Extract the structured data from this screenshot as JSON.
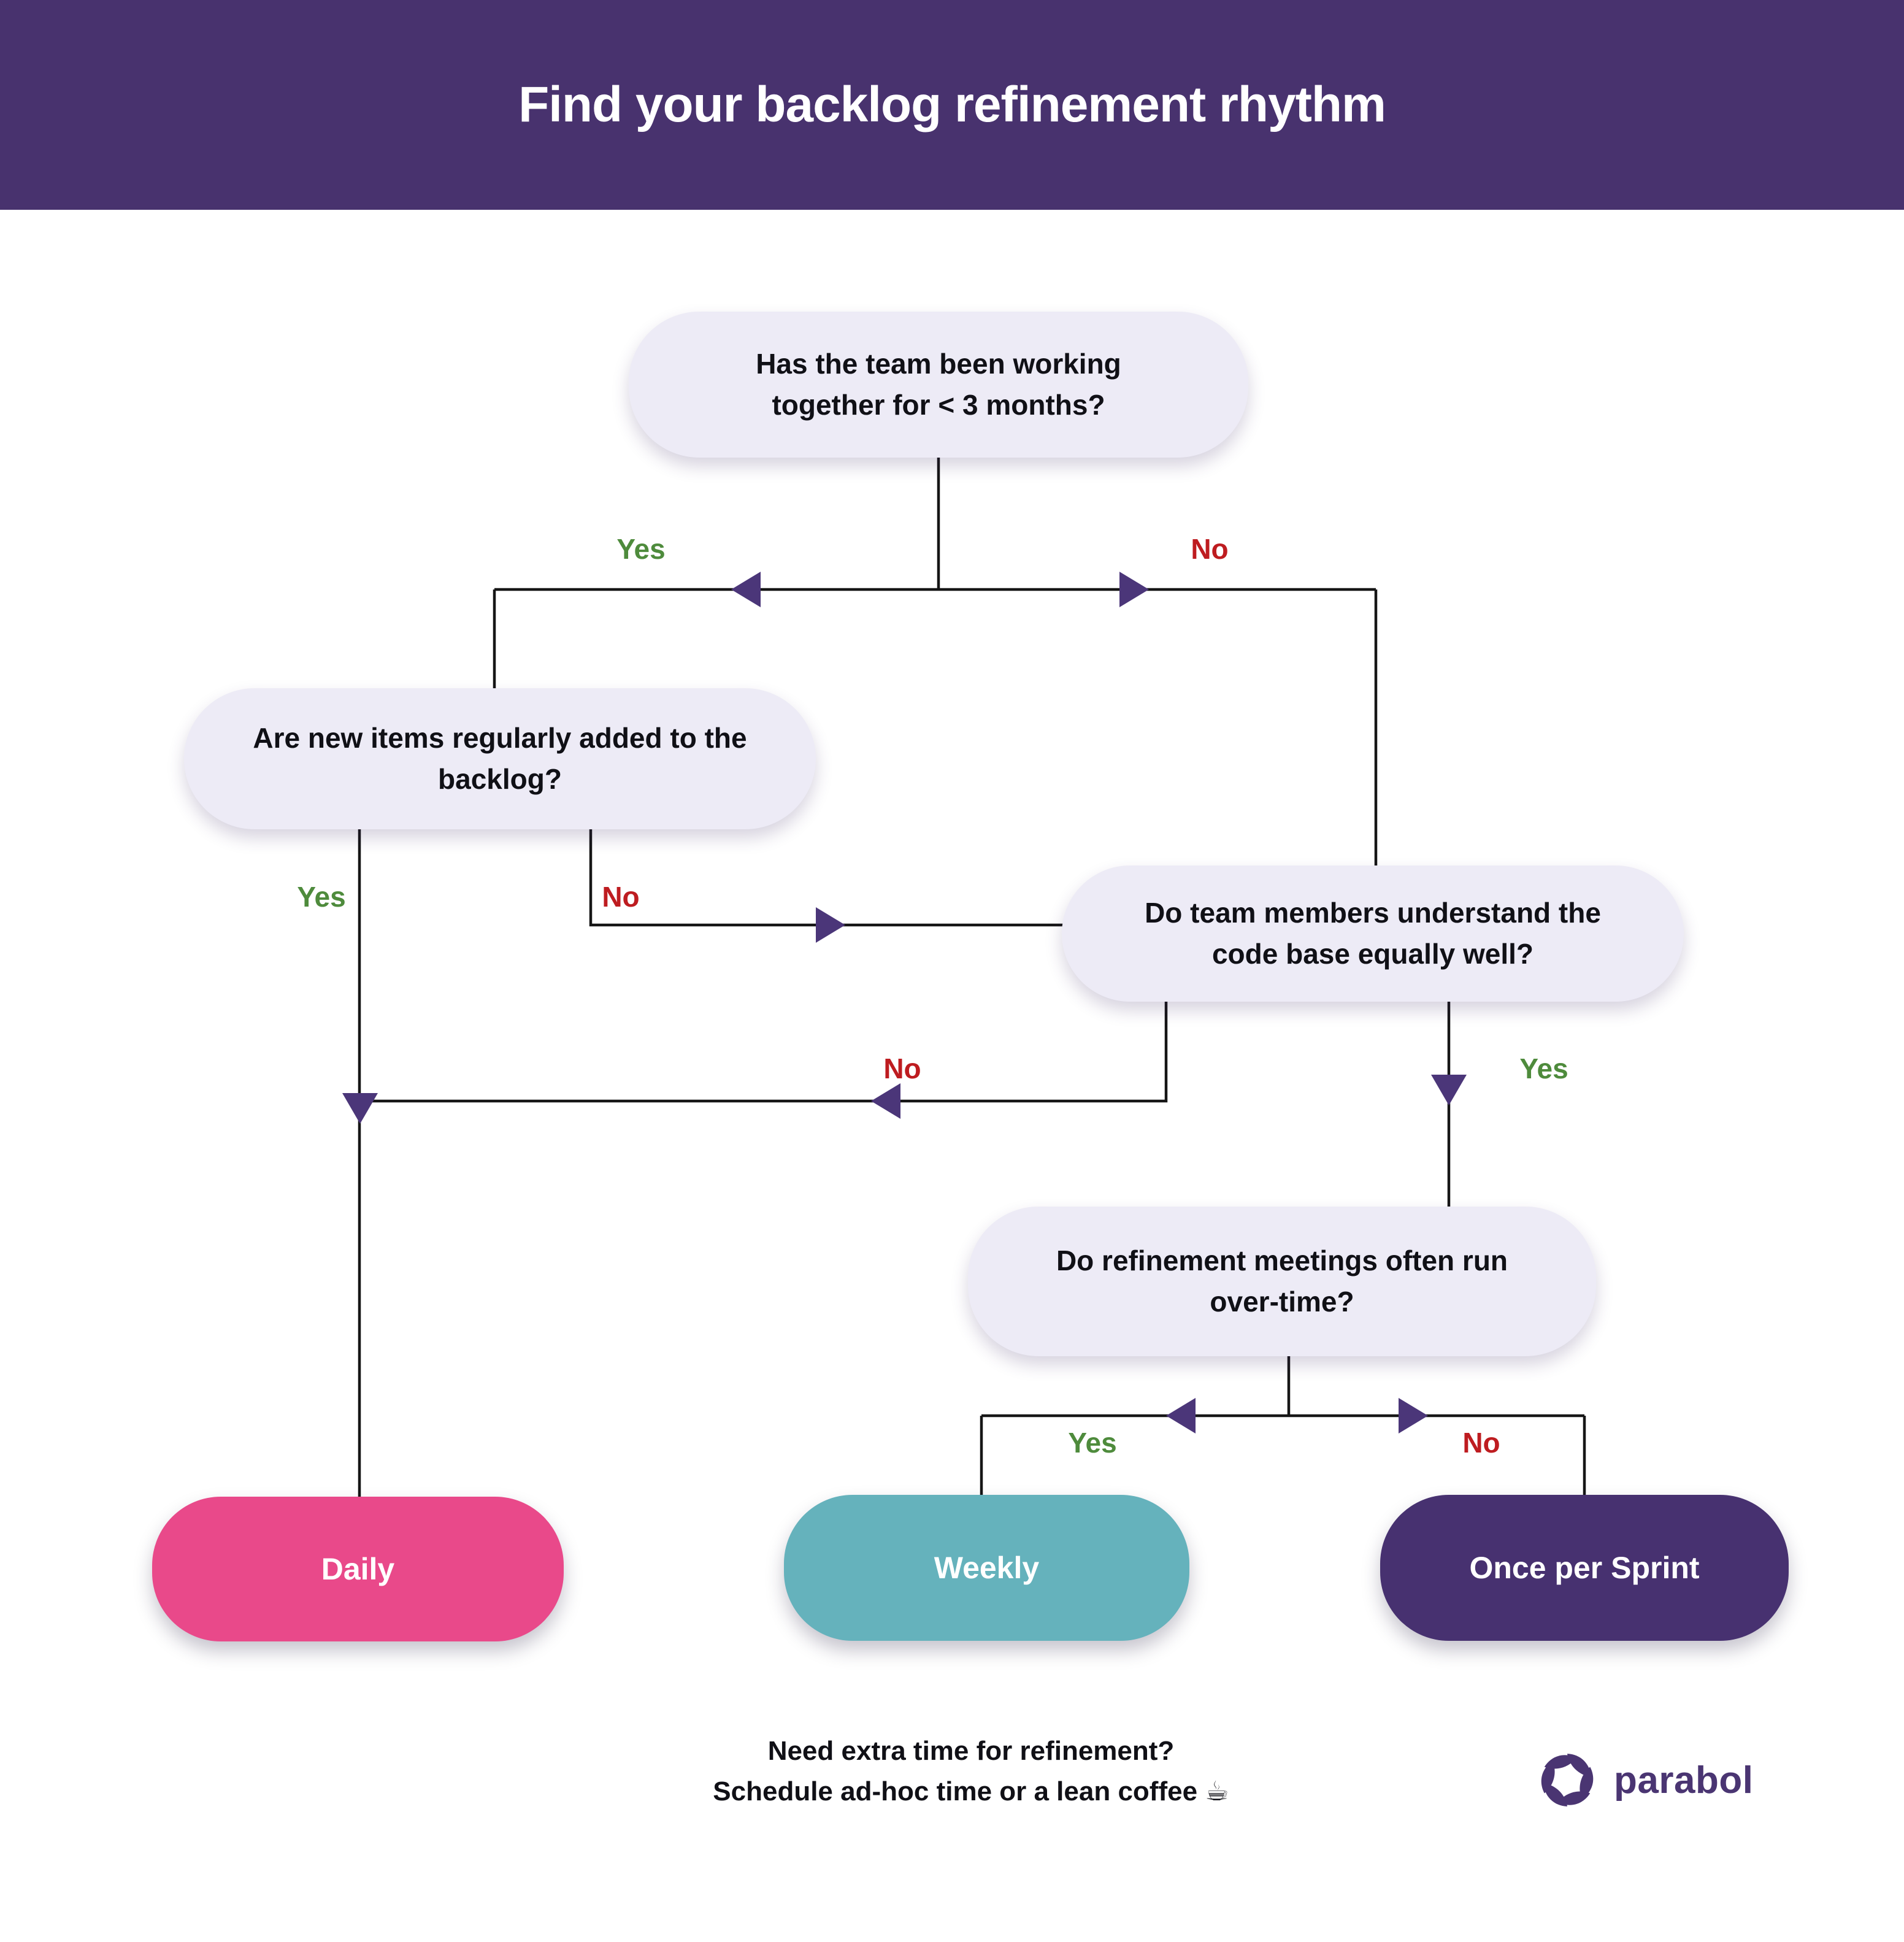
{
  "header": {
    "title": "Find your backlog refinement rhythm"
  },
  "flowchart": {
    "questions": [
      {
        "id": "q1",
        "text": "Has the team been working together for < 3 months?"
      },
      {
        "id": "q2",
        "text": "Are new items regularly added to the backlog?"
      },
      {
        "id": "q3",
        "text": "Do team members understand the code base equally well?"
      },
      {
        "id": "q4",
        "text": "Do refinement meetings often run over-time?"
      }
    ],
    "labels": {
      "q1_yes": "Yes",
      "q1_no": "No",
      "q2_yes": "Yes",
      "q2_no": "No",
      "q3_no": "No",
      "q3_yes": "Yes",
      "q4_yes": "Yes",
      "q4_no": "No"
    },
    "results": {
      "daily": "Daily",
      "weekly": "Weekly",
      "once_per_sprint": "Once per Sprint"
    }
  },
  "footer": {
    "line1": "Need extra time for refinement?",
    "line2": "Schedule ad-hoc time or a lean coffee ☕"
  },
  "logo": {
    "text": "parabol"
  },
  "colors": {
    "header": "#48326E",
    "node": "#EDEBF6",
    "ink": "#101016",
    "line": "#161616",
    "arrow": "#4B3679",
    "yes": "#4E8B3C",
    "no": "#BE1C20",
    "daily": "#E9498A",
    "weekly": "#65B2BC",
    "sprint": "#473170",
    "logo": "#4A3572",
    "result_text": "#FFFFFF",
    "canvas_bg": "#FFFFFF"
  }
}
